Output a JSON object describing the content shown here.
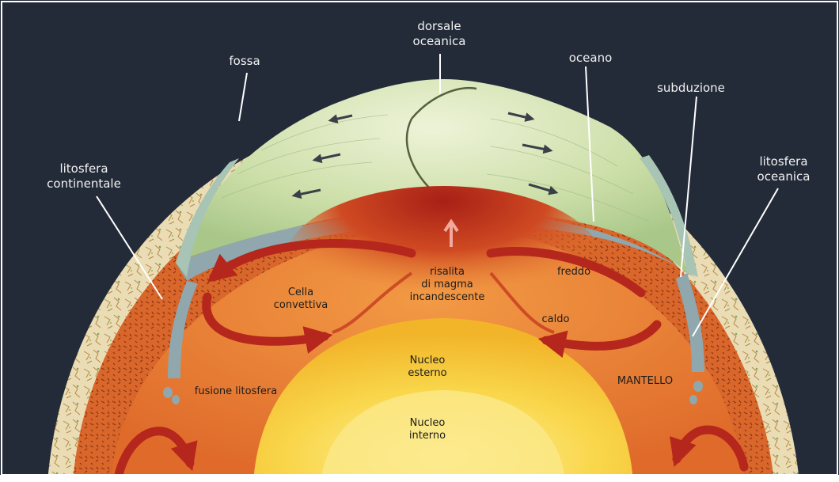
{
  "diagram": {
    "colors": {
      "background": "#232a38",
      "ocean_plate": "#c9dca3",
      "oceanic_lithosphere": "#8fa7ad",
      "continental_crust": "#e9dcb6",
      "mantle": "#e6742e",
      "magma": "#b32b1a",
      "outer_core": "#f7cf3c",
      "inner_core": "#fbe87c",
      "convection_arrow": "#b5261c",
      "leader_line": "#ffffff"
    },
    "labels": {
      "ridge": [
        "dorsale",
        "oceanica"
      ],
      "trench": "fossa",
      "ocean": "oceano",
      "subduction": "subduzione",
      "continental_lithosphere": [
        "litosfera",
        "continentale"
      ],
      "oceanic_lithosphere": [
        "litosfera",
        "oceanica"
      ],
      "convective_cell": [
        "Cella",
        "convettiva"
      ],
      "magma_rise": [
        "risalita",
        "di magma",
        "incandescente"
      ],
      "cold": "freddo",
      "hot": "caldo",
      "outer_core": [
        "Nucleo",
        "esterno"
      ],
      "inner_core": [
        "Nucleo",
        "interno"
      ],
      "lithosphere_melting": "fusione litosfera",
      "mantle": "MANTELLO"
    }
  }
}
